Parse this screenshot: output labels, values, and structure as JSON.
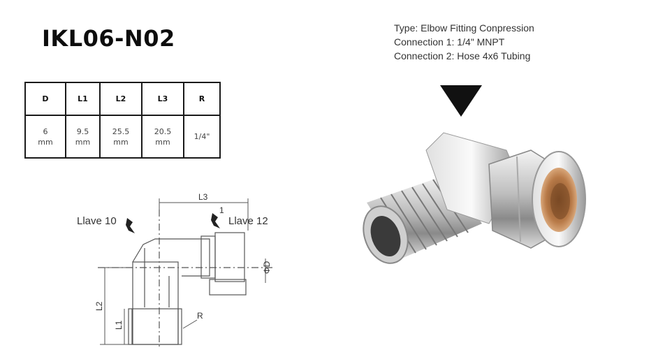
{
  "product": {
    "code": "IKL06-N02"
  },
  "spec_table": {
    "headers": [
      "D",
      "L1",
      "L2",
      "L3",
      "R"
    ],
    "rows": [
      {
        "D": [
          "6",
          "mm"
        ],
        "L1": [
          "9.5",
          "mm"
        ],
        "L2": [
          "25.5",
          "mm"
        ],
        "L3": [
          "20.5",
          "mm"
        ],
        "R": "1/4\""
      }
    ]
  },
  "details": {
    "type": "Type: Elbow Fitting Conpression",
    "connection1": "Connection 1: 1/4\" MNPT",
    "connection2": "Connection 2: Hose 4x6 Tubing"
  },
  "drawing": {
    "wrench_left": "Llave 10",
    "wrench_right": "Llave 12",
    "dim_l3": "L3",
    "dim_l2": "L2",
    "dim_l1": "L1",
    "dim_d": "ΦD",
    "dim_r": "R",
    "wrench_mark": "1"
  },
  "colors": {
    "text": "#111111",
    "chrome_light": "#eeeeee",
    "chrome_dark": "#8a8a8a",
    "brass": "#b87a48"
  }
}
